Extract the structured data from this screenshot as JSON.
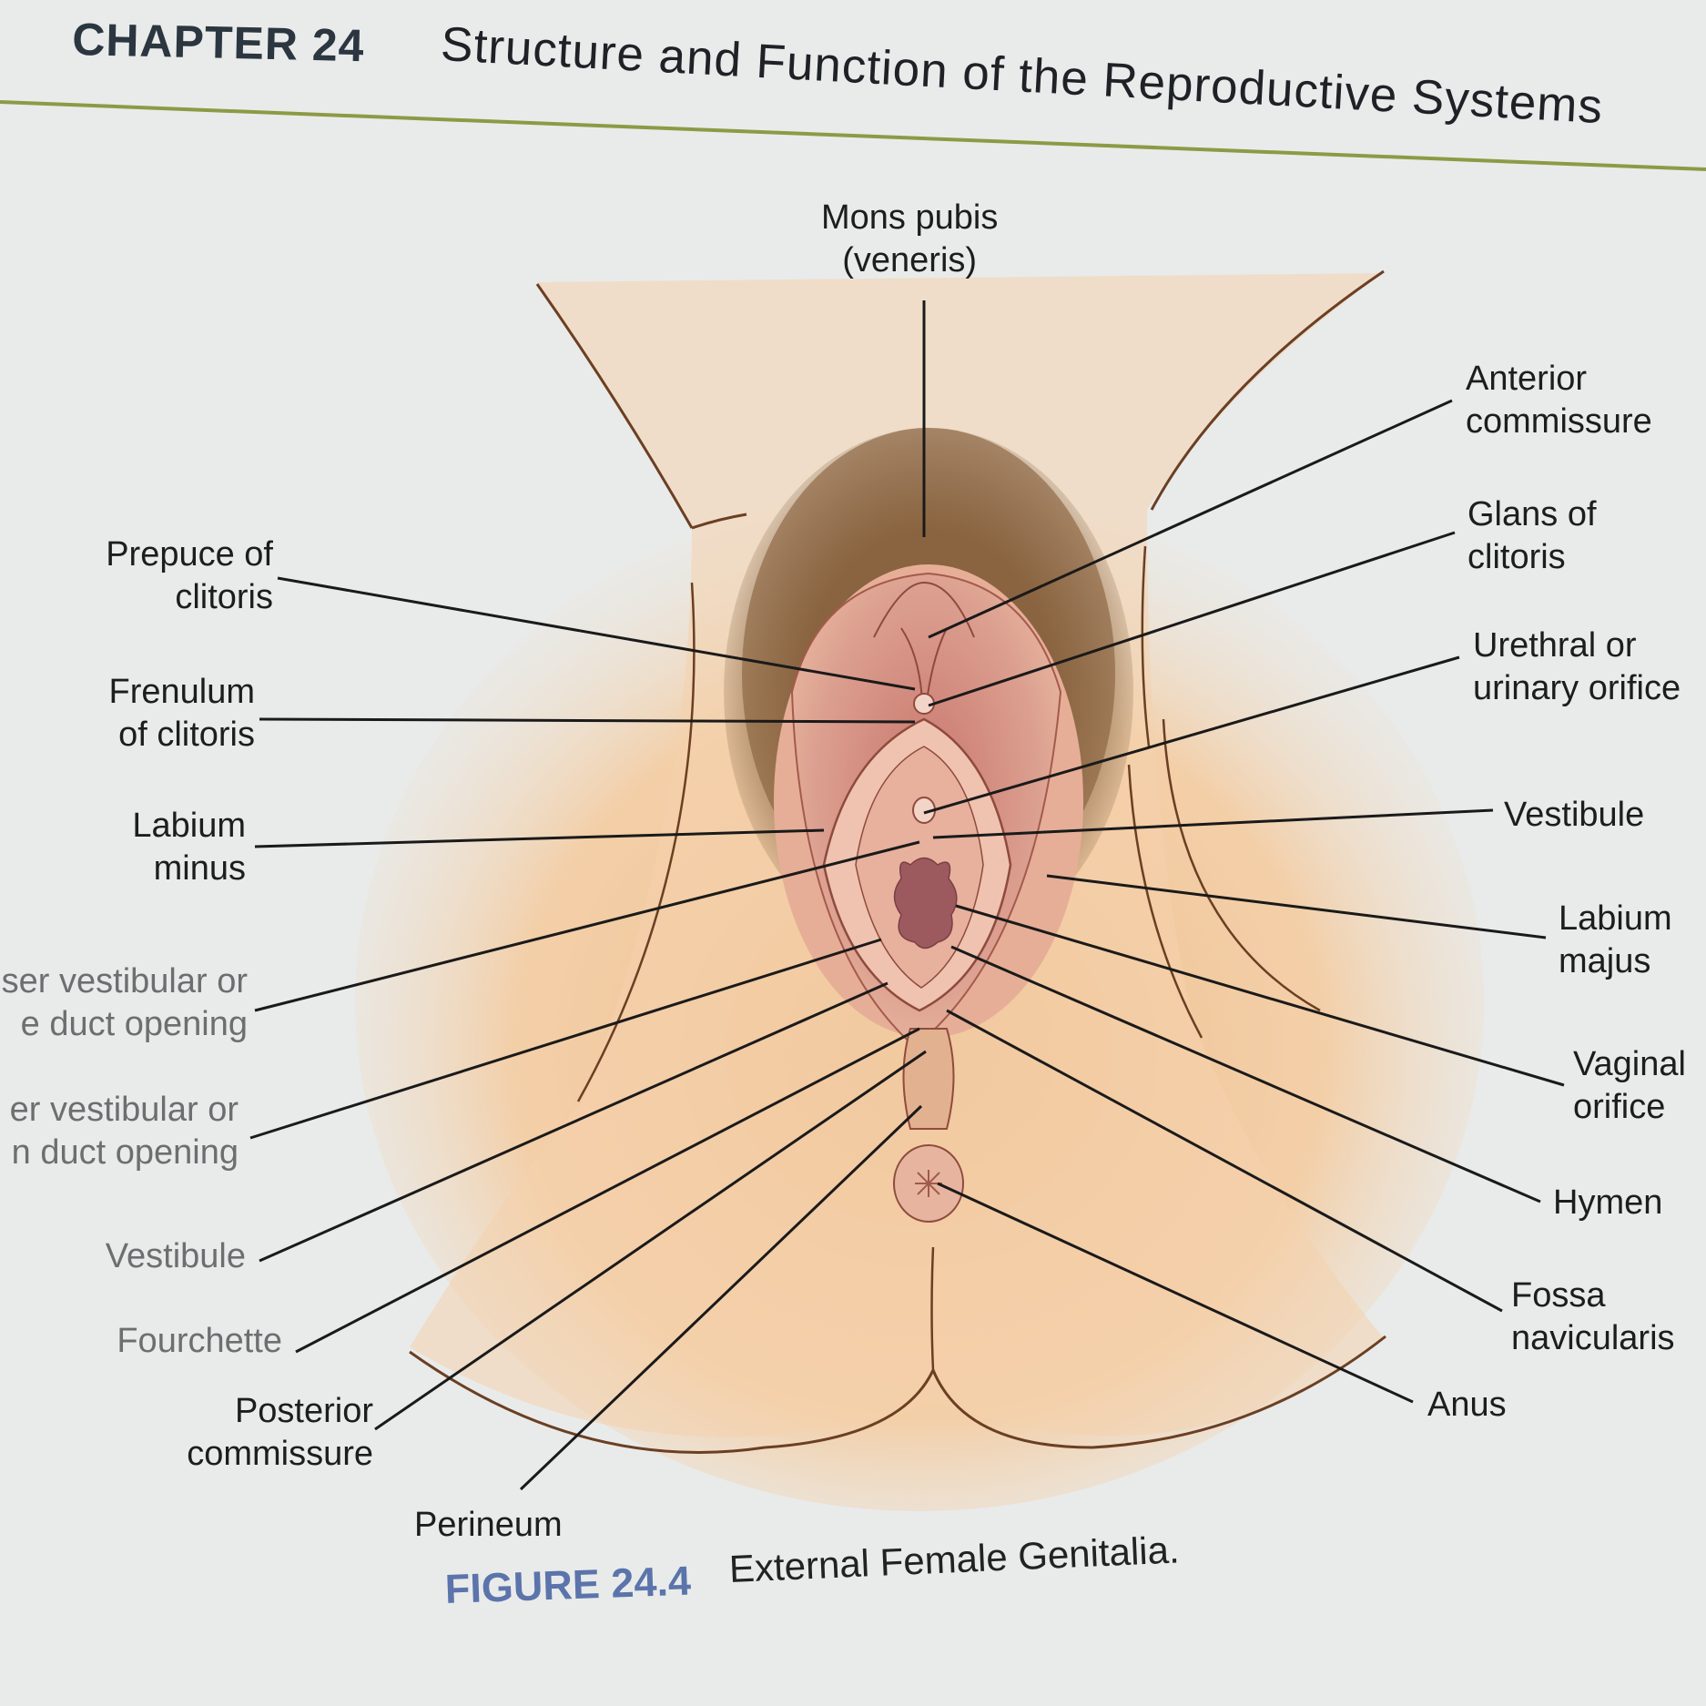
{
  "header": {
    "chapter": "CHAPTER 24",
    "title": "Structure and Function of the Reproductive Systems"
  },
  "labels": {
    "mons_pubis_1": "Mons pubis",
    "mons_pubis_2": "(veneris)",
    "anterior_commissure_1": "Anterior",
    "anterior_commissure_2": "commissure",
    "glans_1": "Glans of",
    "glans_2": "clitoris",
    "urethral_1": "Urethral or",
    "urethral_2": "urinary orifice",
    "vestibule_right": "Vestibule",
    "labium_majus_1": "Labium",
    "labium_majus_2": "majus",
    "vaginal_orifice_1": "Vaginal",
    "vaginal_orifice_2": "orifice",
    "hymen": "Hymen",
    "fossa_1": "Fossa",
    "fossa_2": "navicularis",
    "anus": "Anus",
    "prepuce_1": "Prepuce of",
    "prepuce_2": "clitoris",
    "frenulum_1": "Frenulum",
    "frenulum_2": "of clitoris",
    "labium_minus_1": "Labium",
    "labium_minus_2": "minus",
    "lesser_vestibular_1": "ser vestibular or",
    "lesser_vestibular_2": "e duct opening",
    "greater_vestibular_1": "er vestibular or",
    "greater_vestibular_2": "n duct opening",
    "vestibule_left": "Vestibule",
    "fourchette": "Fourchette",
    "posterior_commissure_1": "Posterior",
    "posterior_commissure_2": "commissure",
    "perineum": "Perineum"
  },
  "caption": {
    "figure_number": "FIGURE 24.4",
    "figure_title": "External Female Genitalia."
  },
  "colors": {
    "page_background": "#e9ebea",
    "skin": "#f2c9a0",
    "skin_light": "#f7dcbd",
    "hair": "#7a5a3c",
    "labia": "#d99a86",
    "vaginal_orifice": "#9c5a5e",
    "figure_number": "#5b74ab",
    "leader_line": "#1a1a1a"
  }
}
